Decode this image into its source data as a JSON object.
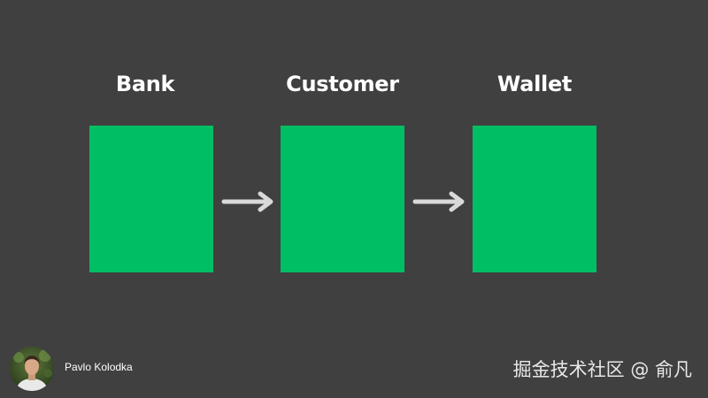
{
  "diagram": {
    "nodes": [
      {
        "label": "Bank"
      },
      {
        "label": "Customer"
      },
      {
        "label": "Wallet"
      }
    ],
    "edges": [
      {
        "from": "Bank",
        "to": "Customer"
      },
      {
        "from": "Customer",
        "to": "Wallet"
      }
    ],
    "colors": {
      "background": "#404040",
      "node_fill": "#00be64",
      "arrow": "#d9d9d9",
      "text": "#ffffff"
    }
  },
  "footer": {
    "author_name": "Pavlo Kolodka",
    "avatar_icon": "person-avatar-icon",
    "watermark": "掘金技术社区 @ 俞凡"
  }
}
